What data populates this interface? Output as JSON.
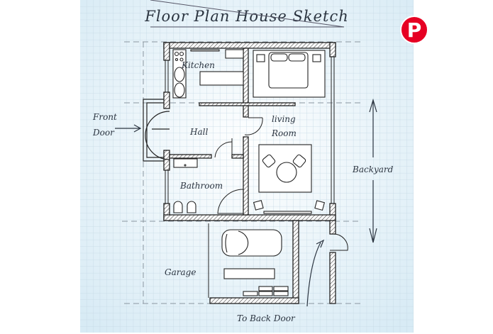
{
  "title": "Floor Plan House Sketch",
  "rooms": {
    "kitchen": "Kitchen",
    "hall": "Hall",
    "living_room_1": "living",
    "living_room_2": "Room",
    "bathroom": "Bathroom",
    "garage": "Garage"
  },
  "annotations": {
    "front_door_1": "Front",
    "front_door_2": "Door",
    "backyard": "Backyard",
    "back_door": "To Back Door"
  },
  "share": {
    "icon": "pinterest-icon",
    "glyph": "P",
    "color": "#e60023"
  }
}
